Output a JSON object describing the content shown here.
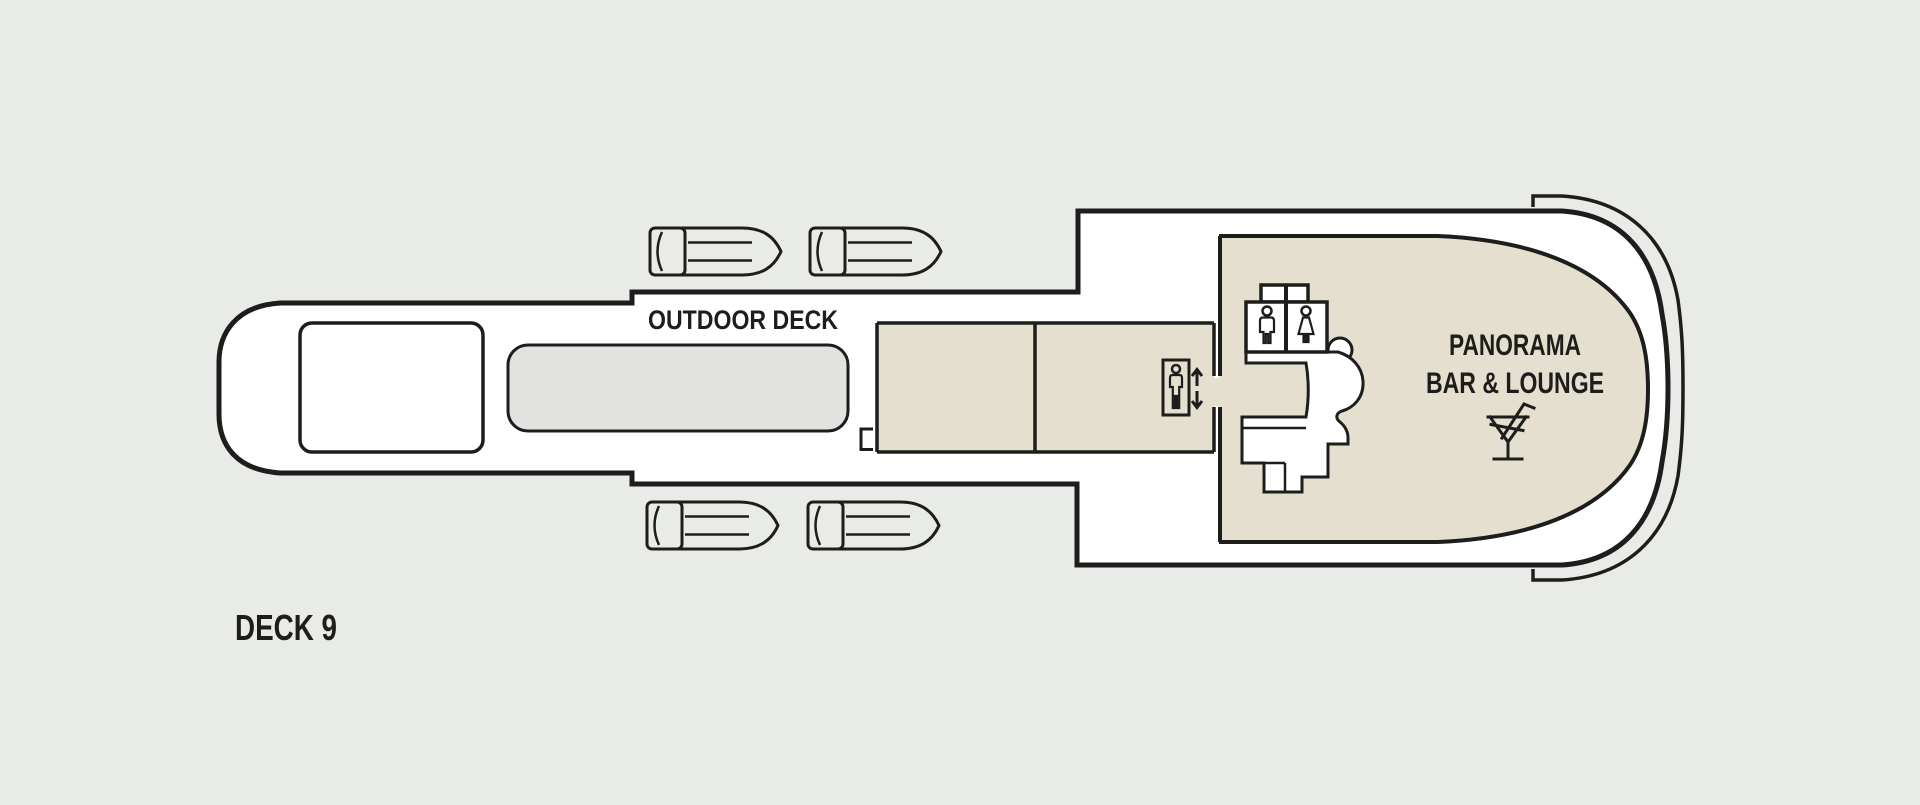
{
  "deck_plan": {
    "deck_label": "DECK 9",
    "outdoor_deck_label": "OUTDOOR DECK",
    "lounge_label_line1": "PANORAMA",
    "lounge_label_line2": "BAR & LOUNGE"
  },
  "icons": {
    "lifeboat": "lifeboat",
    "lifeboat_count": 4,
    "elevator": "elevator-with-up-down-arrows",
    "mens_restroom": "mens-restroom-figure",
    "womens_restroom": "womens-restroom-figure",
    "stairs": "curved-staircase",
    "cocktail": "cocktail-glass-with-straw"
  },
  "colors": {
    "background": "#e8ebe8",
    "hull": "#ffffff",
    "room_beige": "#e5dfd0",
    "deck_gray": "#e2e2e1",
    "line_ink": "#1d1d1b"
  }
}
